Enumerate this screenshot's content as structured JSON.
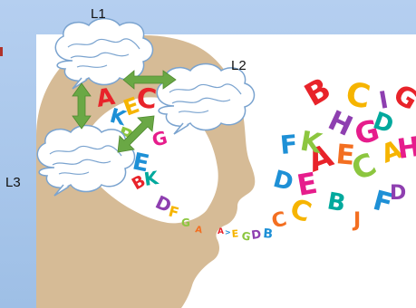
{
  "labels": {
    "l1": "L1",
    "l2": "L2",
    "l3": "L3"
  },
  "icons": {
    "head": "head-silhouette-icon",
    "brain": "brain-cloud-icon",
    "arrow": "double-arrow-icon"
  },
  "colors": {
    "background": "#a9c6ea",
    "panel": "#ffffff",
    "head": "#d6bb96",
    "arrow": "#6aa845",
    "cloud_outline": "#7aa3cf",
    "cloud_fill": "#ffffff",
    "letters": [
      "#e8232a",
      "#f6b400",
      "#8cc63f",
      "#1e90d6",
      "#8e3fb0",
      "#f36f21",
      "#e61d8c",
      "#00a99d"
    ]
  }
}
